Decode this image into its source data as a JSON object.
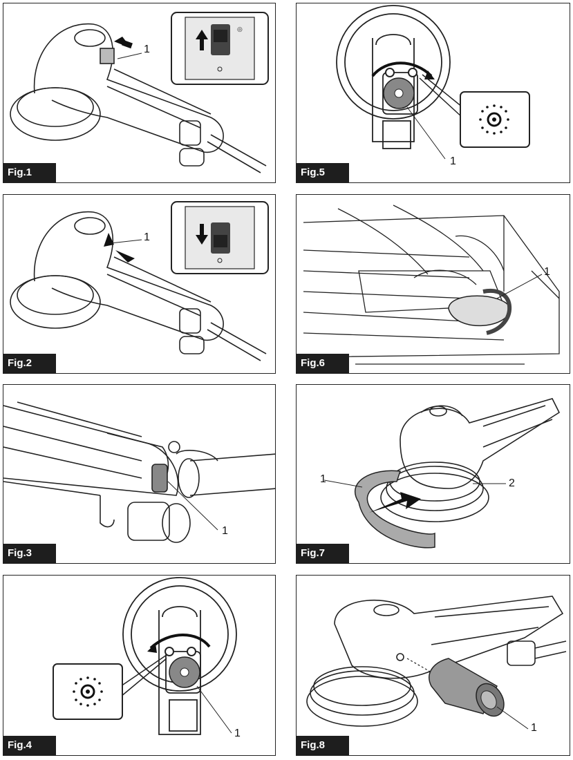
{
  "figures": [
    {
      "label": "Fig.1",
      "callouts": [
        "1"
      ]
    },
    {
      "label": "Fig.2",
      "callouts": [
        "1"
      ]
    },
    {
      "label": "Fig.3",
      "callouts": [
        "1"
      ]
    },
    {
      "label": "Fig.4",
      "callouts": [
        "1"
      ]
    },
    {
      "label": "Fig.5",
      "callouts": [
        "1"
      ]
    },
    {
      "label": "Fig.6",
      "callouts": [
        "1"
      ]
    },
    {
      "label": "Fig.7",
      "callouts": [
        "1",
        "2"
      ]
    },
    {
      "label": "Fig.8",
      "callouts": [
        "1"
      ]
    }
  ]
}
